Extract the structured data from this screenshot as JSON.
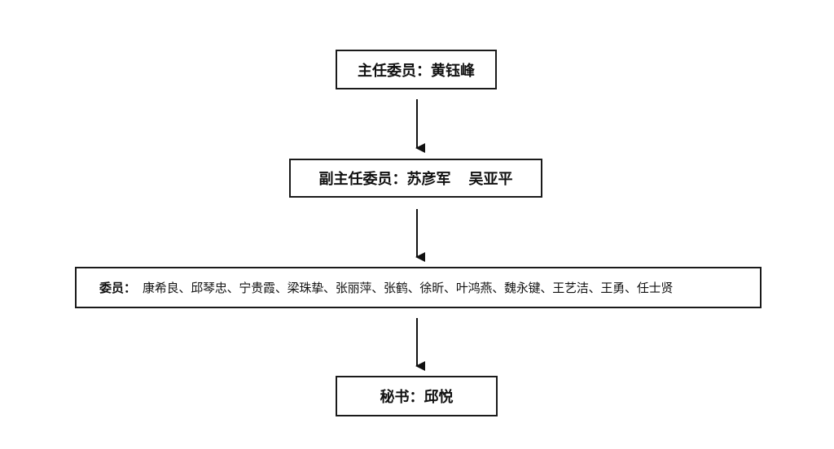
{
  "diagram": {
    "chair": {
      "label": "主任委员：",
      "name": "黄钰峰"
    },
    "vice_chairs": {
      "label": "副主任委员：",
      "names": [
        "苏彦军",
        "吴亚平"
      ]
    },
    "members": {
      "label": "委员：",
      "names_text": "康希良、邱琴忠、宁贵霞、梁珠挚、张丽萍、张鹤、徐昕、叶鸿燕、魏永键、王艺洁、王勇、任士贤"
    },
    "secretary": {
      "label": "秘书：",
      "name": "邱悦"
    }
  },
  "colors": {
    "border": "#1a1a1a",
    "arrow": "#111111",
    "background": "#ffffff"
  }
}
